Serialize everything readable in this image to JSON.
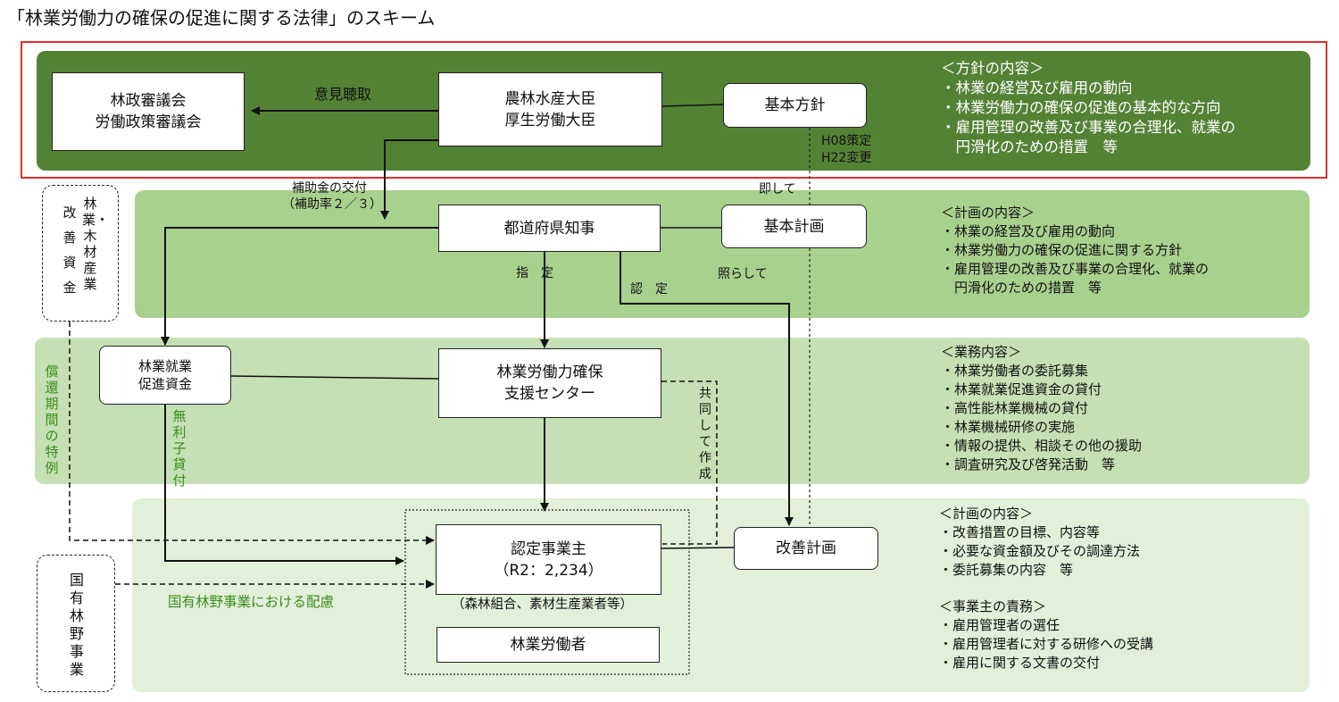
{
  "page_title": "「林業労働力の確保の促進に関する法律」のスキーム",
  "colors": {
    "band_top": "#548235",
    "band_planning": "#a9d18e",
    "band_center": "#c5e0b4",
    "band_employer": "#e2f0d9",
    "highlight_frame": "#e03030",
    "green_text": "#3c8c1e"
  },
  "boxes": {
    "council": [
      "林政審議会",
      "労働政策審議会"
    ],
    "ministers": [
      "農林水産大臣",
      "厚生労働大臣"
    ],
    "basic_policy": "基本方針",
    "governor": "都道府県知事",
    "basic_plan": "基本計画",
    "promotion_fund": [
      "林業就業",
      "促進資金"
    ],
    "support_center": [
      "林業労働力確保",
      "支援センター"
    ],
    "certified_employer": [
      "認定事業主",
      "（R2：2,234）"
    ],
    "improvement_plan": "改善計画",
    "employer_examples": "（森林組合、素材生産業者等）",
    "forestry_workers": "林業労働者"
  },
  "labels": {
    "hearing": "意見聴取",
    "policy_dates": [
      "H08策定",
      "H22変更"
    ],
    "in_line_with": "即して",
    "subsidy": [
      "補助金の交付",
      "（補助率２／３）"
    ],
    "designation": "指　定",
    "certification": "認　定",
    "referring": "照らして",
    "interest_free_loan": "無利子貸付",
    "jointly_prepared": "共同して作成",
    "national_forest_consideration": "国有林野事業における配慮"
  },
  "side_boxes": {
    "improvement_fund": [
      "林業・木材産業",
      "改善資金"
    ],
    "repayment_exception": "償還期間の特例",
    "national_forest": "国有林野事業"
  },
  "notes": {
    "policy": "＜方針の内容＞\n・林業の経営及び雇用の動向\n・林業労働力の確保の促進の基本的な方向\n・雇用管理の改善及び事業の合理化、就業の\n　円滑化のための措置　等",
    "plan": "＜計画の内容＞\n・林業の経営及び雇用の動向\n・林業労働力の確保の促進に関する方針\n・雇用管理の改善及び事業の合理化、就業の\n　円滑化のための措置　等",
    "center": "＜業務内容＞\n・林業労働者の委託募集\n・林業就業促進資金の貸付\n・高性能林業機械の貸付\n・林業機械研修の実施\n・情報の提供、相談その他の援助\n・調査研究及び啓発活動　等",
    "improvement": "＜計画の内容＞\n・改善措置の目標、内容等\n・必要な資金額及びその調達方法\n・委託募集の内容　等",
    "responsibilities": "＜事業主の責務＞\n・雇用管理者の選任\n・雇用管理者に対する研修への受講\n・雇用に関する文書の交付"
  }
}
